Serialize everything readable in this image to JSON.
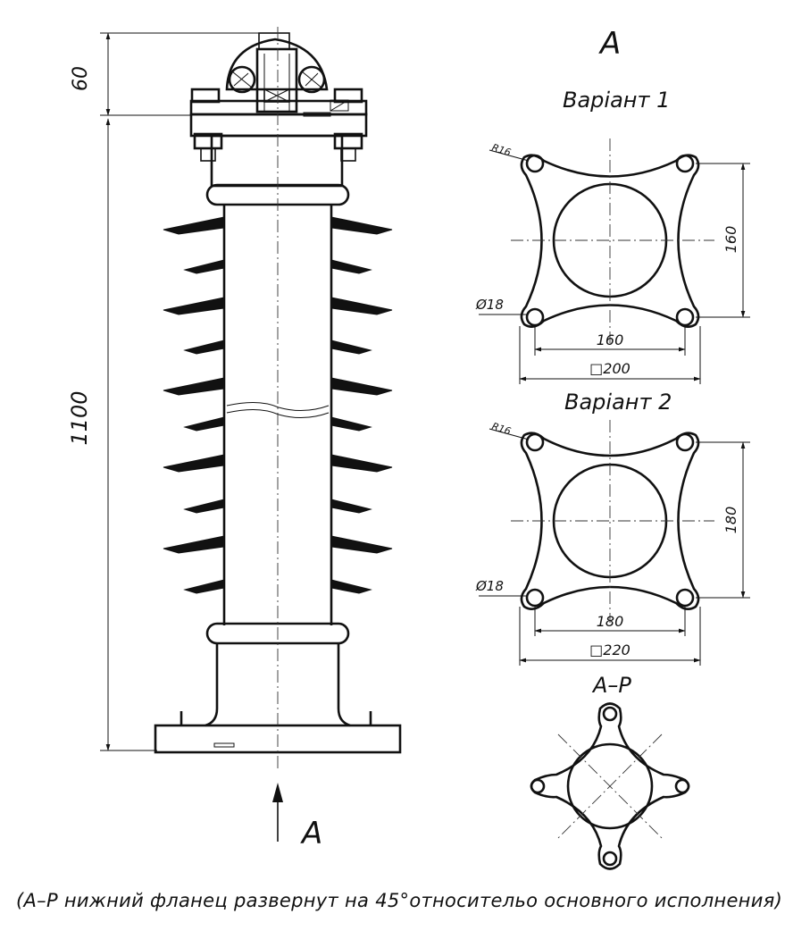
{
  "dimensions": {
    "top_height": "60",
    "total_height": "1100"
  },
  "view_label_top": "A",
  "view_arrow_label": "A",
  "variant1": {
    "title": "Варіант 1",
    "radius": "R16",
    "hole": "Ø18",
    "hole_spacing_v": "160",
    "hole_spacing_h": "160",
    "flange_size": "□200"
  },
  "variant2": {
    "title": "Варіант 2",
    "radius": "R16",
    "hole": "Ø18",
    "hole_spacing_v": "180",
    "hole_spacing_h": "180",
    "flange_size": "□220"
  },
  "rotated_view": {
    "title": "А–Р"
  },
  "caption": "(А–Р нижний фланец развернут на 45°относительо основного исполнения)"
}
